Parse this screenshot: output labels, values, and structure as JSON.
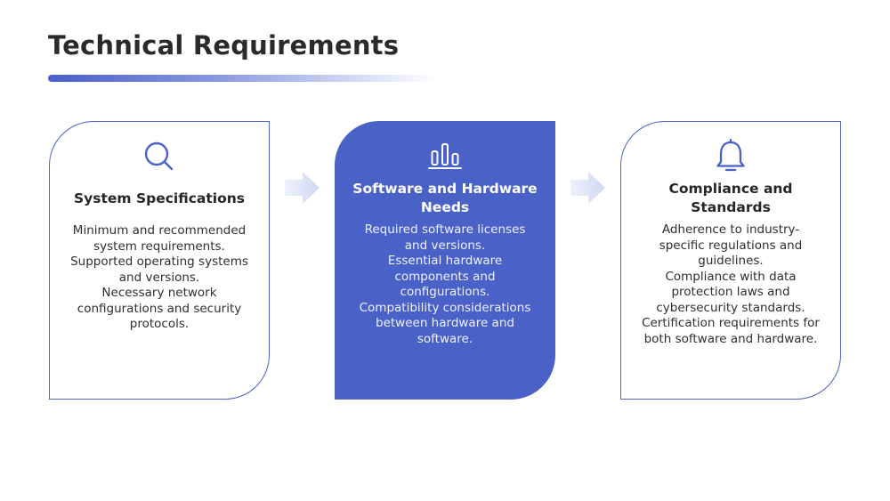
{
  "title": "Technical Requirements",
  "colors": {
    "accent": "#4a62c8",
    "arrow": "#dce3f6",
    "text": "#2a2a2a"
  },
  "cards": [
    {
      "icon": "search-icon",
      "title": "System Specifications",
      "body": [
        "Minimum and recommended",
        "system requirements.",
        "Supported operating systems",
        "and versions.",
        "Necessary network",
        "configurations and security",
        "protocols."
      ]
    },
    {
      "icon": "bar-chart-icon",
      "title": "Software and Hardware Needs",
      "body": [
        "Required software licenses",
        "and versions.",
        "Essential hardware",
        "components and",
        "configurations.",
        "Compatibility considerations",
        "between hardware and",
        "software."
      ]
    },
    {
      "icon": "bell-icon",
      "title": "Compliance and Standards",
      "body": [
        "Adherence to industry-",
        "specific regulations and",
        "guidelines.",
        "Compliance with data",
        "protection laws and",
        "cybersecurity standards.",
        "Certification requirements for",
        "both software and hardware."
      ]
    }
  ]
}
